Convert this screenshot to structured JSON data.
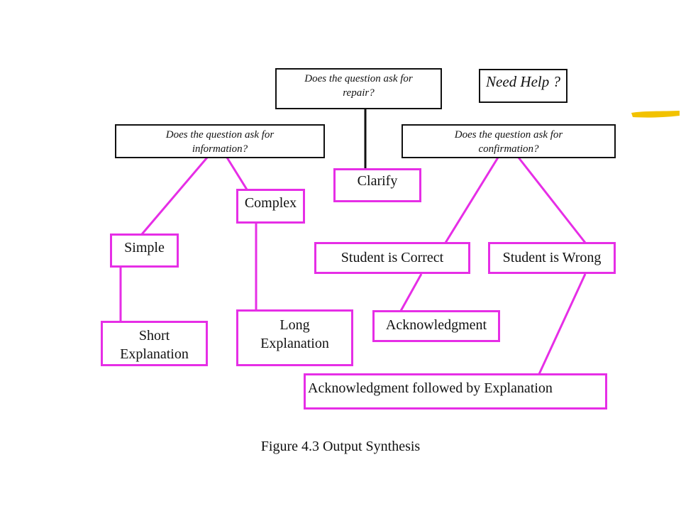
{
  "colors": {
    "connector_black": "#111111",
    "connector_magenta": "#e62ee6",
    "accent_stroke": "#f2c200"
  },
  "questions": {
    "repair": [
      "Does the question ask for",
      "repair?"
    ],
    "information": [
      "Does the question ask for",
      "information?"
    ],
    "confirmation": [
      "Does the question ask for",
      "confirmation?"
    ]
  },
  "help": "Need Help ?",
  "answers": {
    "clarify": "Clarify",
    "complex": "Complex",
    "simple": "Simple",
    "student_correct": "Student is Correct",
    "student_wrong": "Student is Wrong",
    "short_explanation": [
      "Short",
      "Explanation"
    ],
    "long_explanation": [
      "Long",
      "Explanation"
    ],
    "acknowledgment": "Acknowledgment",
    "ack_explanation": "Acknowledgment followed by Explanation"
  },
  "caption": "Figure 4.3  Output Synthesis"
}
